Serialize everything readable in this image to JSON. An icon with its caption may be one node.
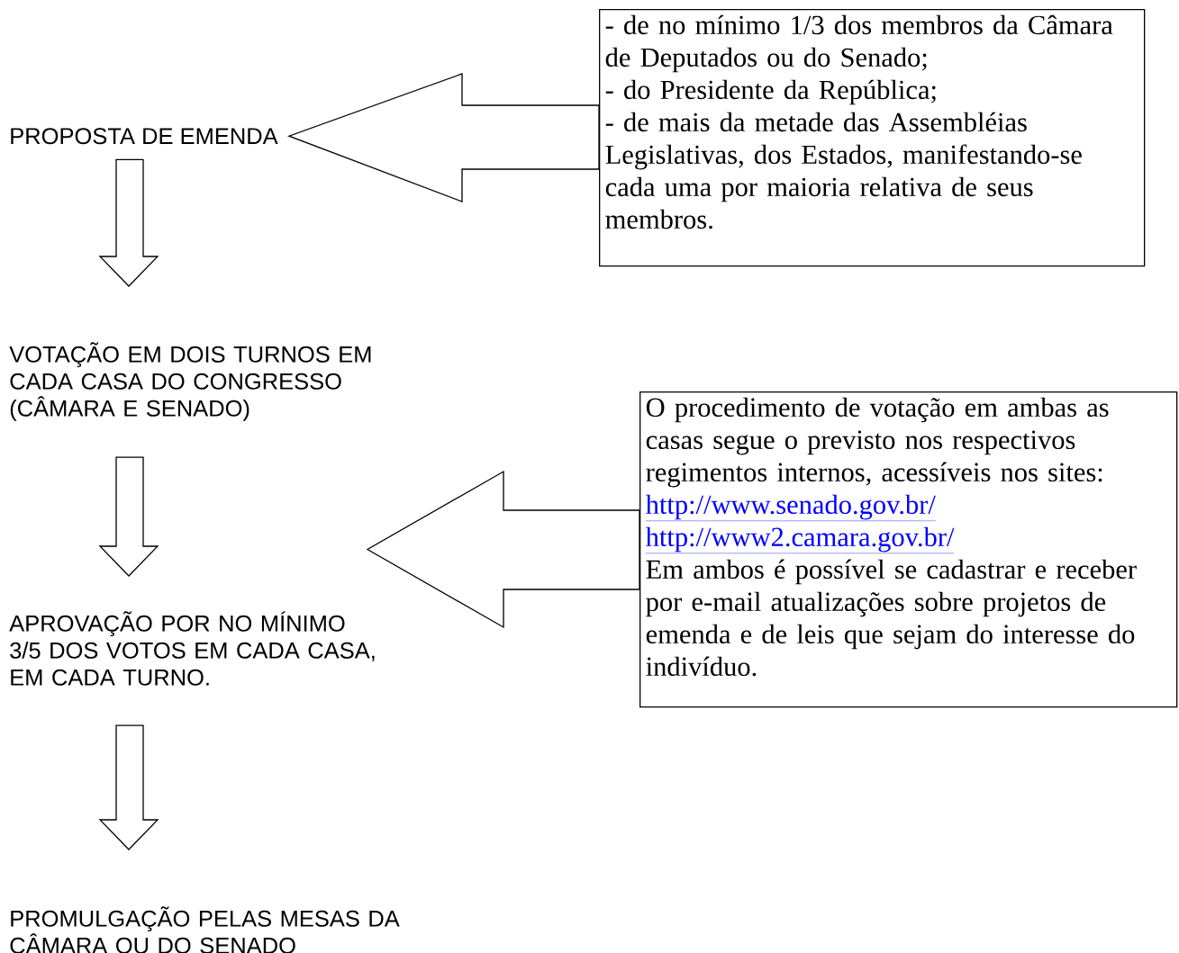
{
  "diagram": {
    "nodes": [
      {
        "text": [
          "PROPOSTA DE EMENDA"
        ]
      },
      {
        "text": [
          "- de no mínimo 1/3 dos membros da Câmara de Deputados ou do Senado;",
          "- do Presidente da República;",
          "- de mais da metade das Assembléias Legislativas, dos Estados, manifestando-se cada uma por maioria relativa de seus membros."
        ]
      },
      {
        "text": [
          "VOTAÇÃO EM DOIS TURNOS EM CADA CASA DO CONGRESSO (CÂMARA E SENADO)"
        ]
      },
      {
        "text": [
          "O procedimento de votação em ambas as casas segue o previsto nos respectivos regimentos internos, acessíveis nos sites:",
          "http://www.senado.gov.br/",
          "http://www2.camara.gov.br/",
          "Em ambos é possível se cadastrar e receber por e-mail atualizações sobre projetos de emenda e de leis que sejam do interesse do indivíduo."
        ]
      },
      {
        "text": [
          "APROVAÇÃO POR NO MÍNIMO 3/5 DOS VOTOS EM CADA CASA, EM CADA TURNO."
        ]
      },
      {
        "text": [
          "PROMULGAÇÃO PELAS MESAS DA CÂMARA OU DO SENADO"
        ]
      }
    ],
    "edges": [
      {
        "from": 1,
        "to": 0,
        "arrow": "to"
      },
      {
        "from": 0,
        "to": 2,
        "arrow": "to"
      },
      {
        "from": 3,
        "to": null,
        "arrow": "to"
      },
      {
        "from": 2,
        "to": 4,
        "arrow": "to"
      },
      {
        "from": 4,
        "to": 5,
        "arrow": "to"
      }
    ]
  }
}
